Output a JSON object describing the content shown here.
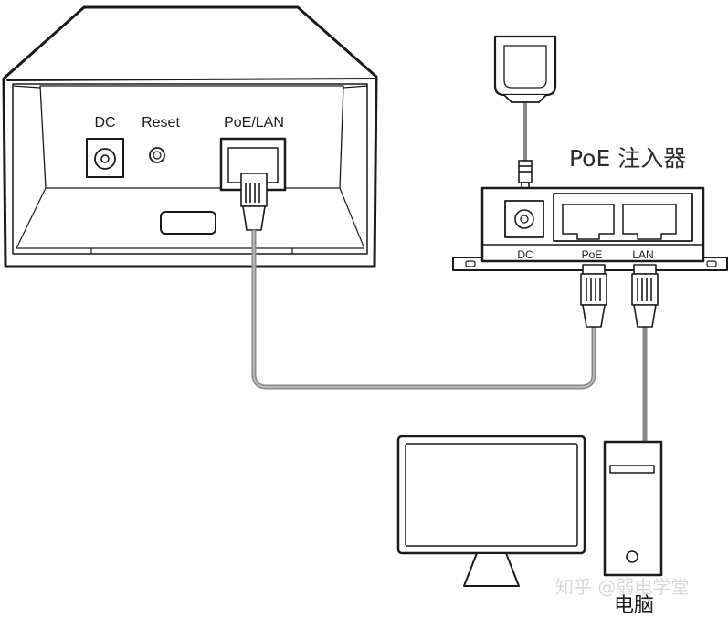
{
  "access_point": {
    "dc_label": "DC",
    "reset_label": "Reset",
    "poe_lan_label": "PoE/LAN"
  },
  "injector": {
    "title": "PoE 注入器",
    "dc_label": "DC",
    "poe_label": "PoE",
    "lan_label": "LAN"
  },
  "computer": {
    "label": "电脑"
  },
  "watermark": {
    "text": "知乎 @弱电学堂"
  }
}
